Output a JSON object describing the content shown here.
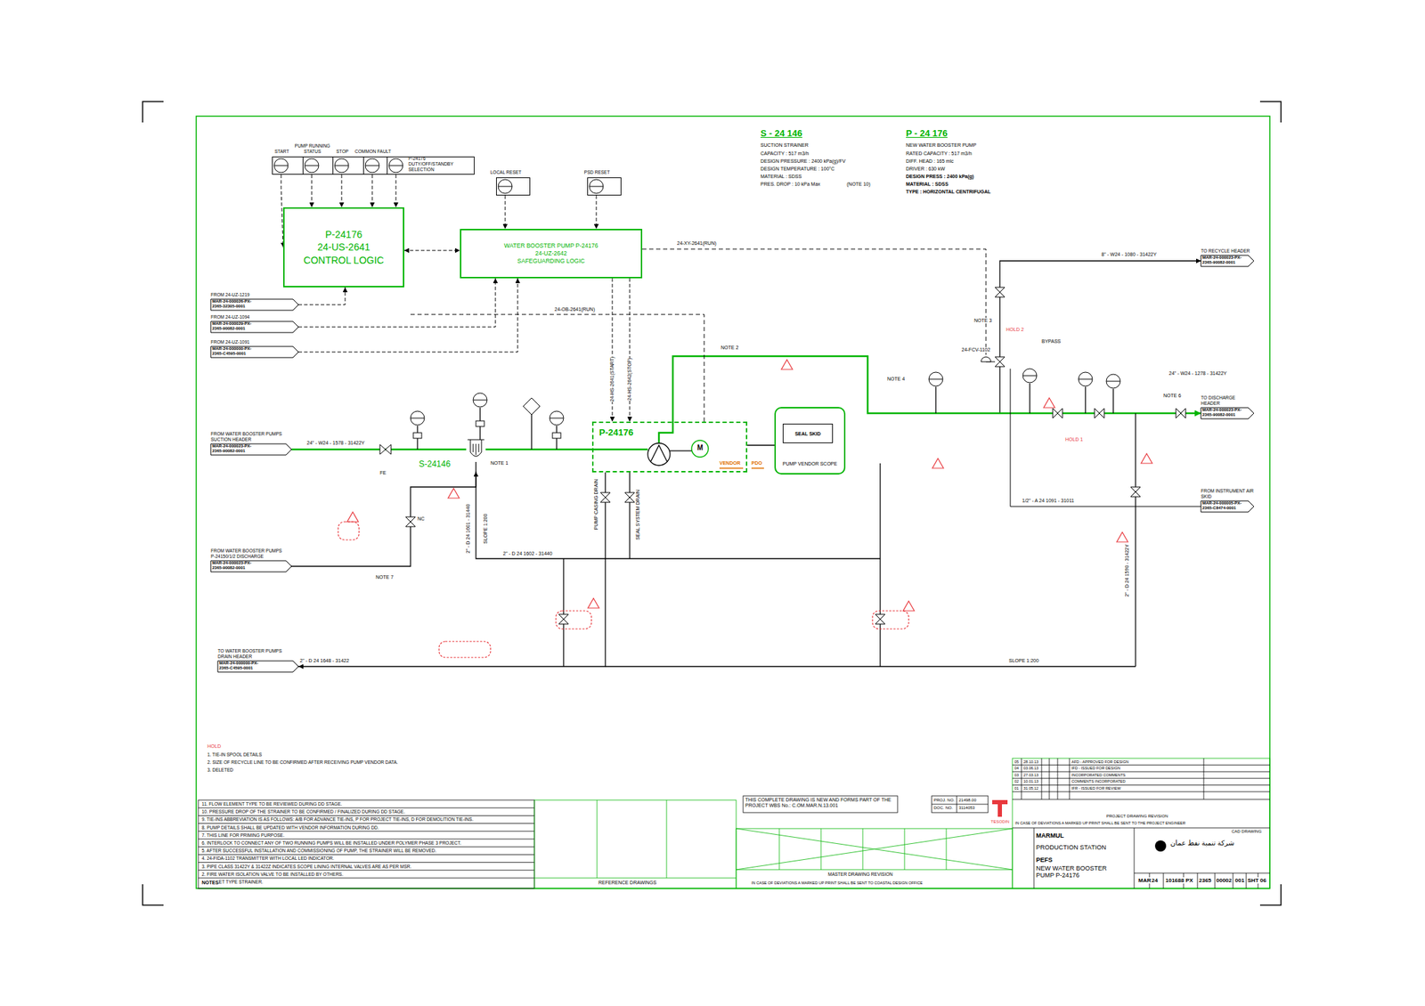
{
  "diagram": {
    "nodes": [
      {
        "text": [
          "START"
        ]
      },
      {
        "text": [
          "PUMP RUNNING STATUS"
        ]
      },
      {
        "text": [
          "STOP"
        ]
      },
      {
        "text": [
          "COMMON FAULT"
        ]
      },
      {
        "text": [
          "P-24176 DUTY/OFF/STANDBY SELECTION"
        ]
      },
      {
        "text": [
          "LOCAL RESET"
        ]
      },
      {
        "text": [
          "PSD RESET"
        ]
      },
      {
        "text": [
          "P-24176",
          "24-US-2641",
          "CONTROL LOGIC"
        ]
      },
      {
        "text": [
          "WATER BOOSTER PUMP P-24176",
          "24-UZ-2642",
          "SAFEGUARDING LOGIC"
        ]
      },
      {
        "text": [
          "FROM 24-UZ-1219",
          "MAR-24-000026-PX-2365-32305-0001"
        ]
      },
      {
        "text": [
          "FROM 24-UZ-1094",
          "MAR-24-000029-PX-2365-90082-0001"
        ]
      },
      {
        "text": [
          "FROM 24-UZ-1091",
          "MAR-24-000000-PX-2365-C4595-0001"
        ]
      },
      {
        "text": [
          "FROM WATER BOOSTER PUMPS SUCTION HEADER",
          "MAR-24-000023-PX-2365-90082-0001"
        ]
      },
      {
        "text": [
          "FROM WATER BOOSTER PUMPS P-24150/1/2 DISCHARGE",
          "MAR-24-000023-PX-2365-90082-0001"
        ]
      },
      {
        "text": [
          "TO WATER BOOSTER PUMPS DRAIN HEADER",
          "MAR-24-000000-PX-2365-C4595-0001"
        ]
      },
      {
        "text": [
          "TO RECYCLE HEADER",
          "MAR-24-000023-PX-2365-90082-0001"
        ]
      },
      {
        "text": [
          "TO DISCHARGE HEADER",
          "MAR-24-000023-PX-2365-90082-0001"
        ]
      },
      {
        "text": [
          "FROM INSTRUMENT AIR SKID",
          "MAR-24-000005-PX-2365-C8474-0001"
        ]
      },
      {
        "text": [
          "S-24146"
        ]
      },
      {
        "text": [
          "P-24176"
        ]
      },
      {
        "text": [
          "PUMP VENDOR SCOPE"
        ]
      },
      {
        "text": [
          "SEAL SKID"
        ],
        "in": 20
      }
    ],
    "edges": [
      {
        "from": 0,
        "to": 7,
        "arrow": "to"
      },
      {
        "from": 1,
        "to": 7,
        "arrow": "to"
      },
      {
        "from": 2,
        "to": 7,
        "arrow": "to"
      },
      {
        "from": 3,
        "to": 7,
        "arrow": "to"
      },
      {
        "from": 4,
        "to": 7,
        "arrow": "to"
      },
      {
        "from": 5,
        "to": 8,
        "arrow": "to"
      },
      {
        "from": 6,
        "to": 8,
        "arrow": "to"
      },
      {
        "from": 7,
        "to": 8,
        "arrow": "both"
      },
      {
        "from": 9,
        "to": 7,
        "arrow": "to"
      },
      {
        "from": 10,
        "to": 8,
        "arrow": "to"
      },
      {
        "from": 11,
        "to": 8,
        "arrow": "to"
      },
      {
        "from": 12,
        "to": 18,
        "arrow": "none"
      },
      {
        "from": 18,
        "to": 19,
        "arrow": "none"
      },
      {
        "from": 19,
        "to": 16,
        "arrow": "to"
      },
      {
        "from": 19,
        "to": 15,
        "arrow": "to"
      },
      {
        "from": 8,
        "to": 19,
        "arrow": "to",
        "label": "24-HS-2641(START)"
      },
      {
        "from": 8,
        "to": 19,
        "arrow": "to",
        "label": "24-HS-2642(STOP)"
      },
      {
        "from": 19,
        "to": 20,
        "arrow": "none"
      },
      {
        "from": 13,
        "to": 18,
        "arrow": "to"
      },
      {
        "from": 19,
        "to": 14,
        "arrow": "to"
      }
    ],
    "labels": [
      "S - 24 146",
      "SUCTION STRAINER",
      "CAPACITY : 517 m3/h",
      "DESIGN PRESSURE : 2400 kPa(g)/FV",
      "DESIGN TEMPERATURE : 100°C",
      "MATERIAL : SDSS",
      "PRES. DROP : 10 kPa Max",
      "(NOTE 10)",
      "P - 24 176",
      "NEW WATER BOOSTER PUMP",
      "RATED CAPACITY : 517 m3/h",
      "DIFF. HEAD : 165 mlc",
      "DRIVER : 630 kW",
      "DESIGN PRESS : 2400 kPa(g)",
      "MATERIAL : SDSS",
      "TYPE : HORIZONTAL CENTRIFUGAL",
      "24\" - W24 - 1278 - 31422Y",
      "8\" - W24 - 1080 - 31422Y",
      "24-XY-2641(RUN)",
      "24-OB-2641(RUN)",
      "24\" - W24 - 1578 - 31422Y",
      "2\" - D 24 1602 - 31440",
      "SLOPE 1:200",
      "SLOPE 1:200",
      "2\" - D 24 1601 - 31440",
      "1/2\" - A 24 1091 - 31011",
      "2\" - D 24 1648 - 31422",
      "2\" - D 24 1590 - 31422Y",
      "NOTE 1",
      "NOTE 2",
      "NOTE 3",
      "NOTE 7",
      "NOTE 4",
      "NOTE 6",
      "24-FCV-1102",
      "BYPASS",
      "HOLD 2",
      "HOLD 1",
      "VENDOR",
      "PDO",
      "M",
      "FE",
      "NC",
      "PUMP CASING DRAIN",
      "SEAL SYSTEM DRAIN",
      "11. FLOW ELEMENT TYPE TO BE REVIEWED DURING DD STAGE.",
      "10. PRESSURE DROP OF THE STRAINER TO BE CONFIRMED / FINALIZED DURING DD STAGE.",
      "9. TIE-INS ABBREVIATION IS AS FOLLOWS: A/B FOR ADVANCE TIE-INS, P FOR PROJECT TIE-INS, D FOR DEMOLITION TIE-INS.",
      "8. PUMP DETAILS SHALL BE UPDATED WITH VENDOR INFORMATION DURING DD.",
      "7. THIS LINE FOR PRIMING PURPOSE.",
      "6. INTERLOCK TO CONNECT ANY OF TWO RUNNING PUMPS WILL BE INSTALLED UNDER POLYMER PHASE 3 PROJECT.",
      "5. AFTER SUCCESSFUL INSTALLATION AND COMMISSIONING OF PUMP, THE STRAINER WILL BE REMOVED.",
      "4. 24-FIDA-1102 TRANSMITTER WITH LOCAL LED INDICATOR.",
      "3. PIPE CLASS 31422Y & 31422Z INDICATES SCOPE LINING INTERNAL VALVES ARE AS PER MSR.",
      "2. FIRE WATER ISOLATION VALVE TO BE INSTALLED BY OTHERS.",
      "1. BASKET TYPE STRAINER.",
      "NOTES",
      "REFERENCE DRAWINGS",
      "MASTER DRAWING REVISION",
      "IN CASE OF DEVIATIONS A MARKED UP PRINT SHALL BE SENT TO COASTAL DESIGN OFFICE",
      "HOLD",
      "1. TIE-IN SPOOL DETAILS",
      "2. SIZE OF RECYCLE LINE TO BE CONFIRMED AFTER RECEIVING PUMP VENDOR DATA.",
      "3. DELETED",
      "THIS COMPLETE DRAWING IS NEW AND FORMS PART OF THE PROJECT WBS No.: C.OM.MAR.N.13.001",
      "PROJ. NO.",
      "21498.00",
      "DOC. NO.",
      "3114053",
      "TESODIN",
      "MARMUL",
      "PRODUCTION STATION",
      "PEFS",
      "NEW WATER BOOSTER PUMP P-24176",
      "CAD DRAWING",
      "شركة تنمية نفط عمان",
      "PROJECT DRAWING REVISION",
      "IN CASE OF DEVIATIONS A MARKED UP PRINT SHALL BE SENT TO THE PROJECT ENGINEER",
      "05",
      "28.10.13",
      "AFD - APPROVED FOR DESIGN",
      "04",
      "03.06.13",
      "IFD - ISSUED FOR DESIGN",
      "03",
      "27.03.13",
      "INCORPORATED COMMENTS",
      "02",
      "10.01.13",
      "COMMENTS INCORPORATED",
      "01",
      "31.05.12",
      "IFR - ISSUED FOR REVIEW",
      "MAR",
      "24",
      "101688",
      "PX",
      "2365",
      "00002",
      "001",
      "SHT",
      "06"
    ]
  }
}
